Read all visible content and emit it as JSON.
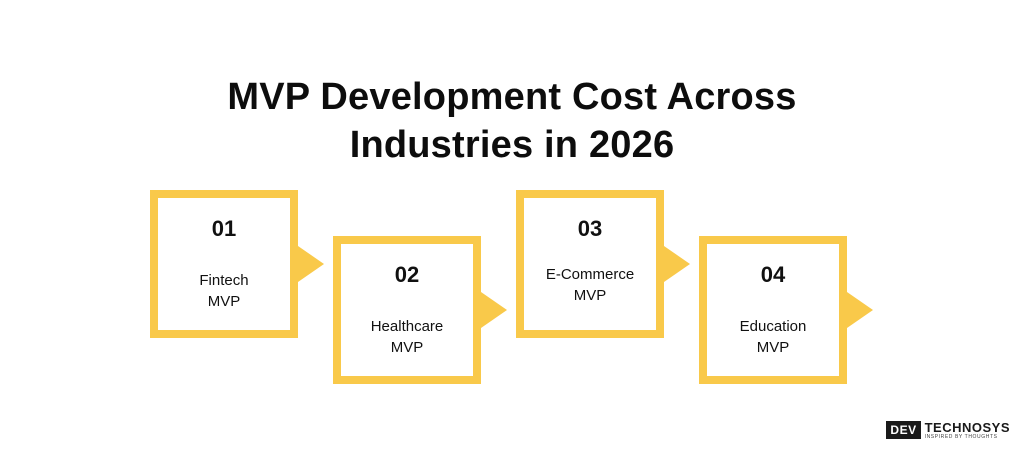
{
  "title": {
    "line1": "MVP Development Cost Across",
    "line2": "Industries in 2026"
  },
  "steps": [
    {
      "number": "01",
      "line1": "Fintech",
      "line2": "MVP"
    },
    {
      "number": "02",
      "line1": "Healthcare",
      "line2": "MVP"
    },
    {
      "number": "03",
      "line1": "E-Commerce",
      "line2": "MVP"
    },
    {
      "number": "04",
      "line1": "Education",
      "line2": "MVP"
    }
  ],
  "logo": {
    "mark": "DEV",
    "brand": "TECHNOSYS",
    "tagline": "INSPIRED BY THOUGHTS"
  },
  "colors": {
    "accent": "#f9c94a",
    "text": "#0d0d0d",
    "background": "#ffffff"
  }
}
